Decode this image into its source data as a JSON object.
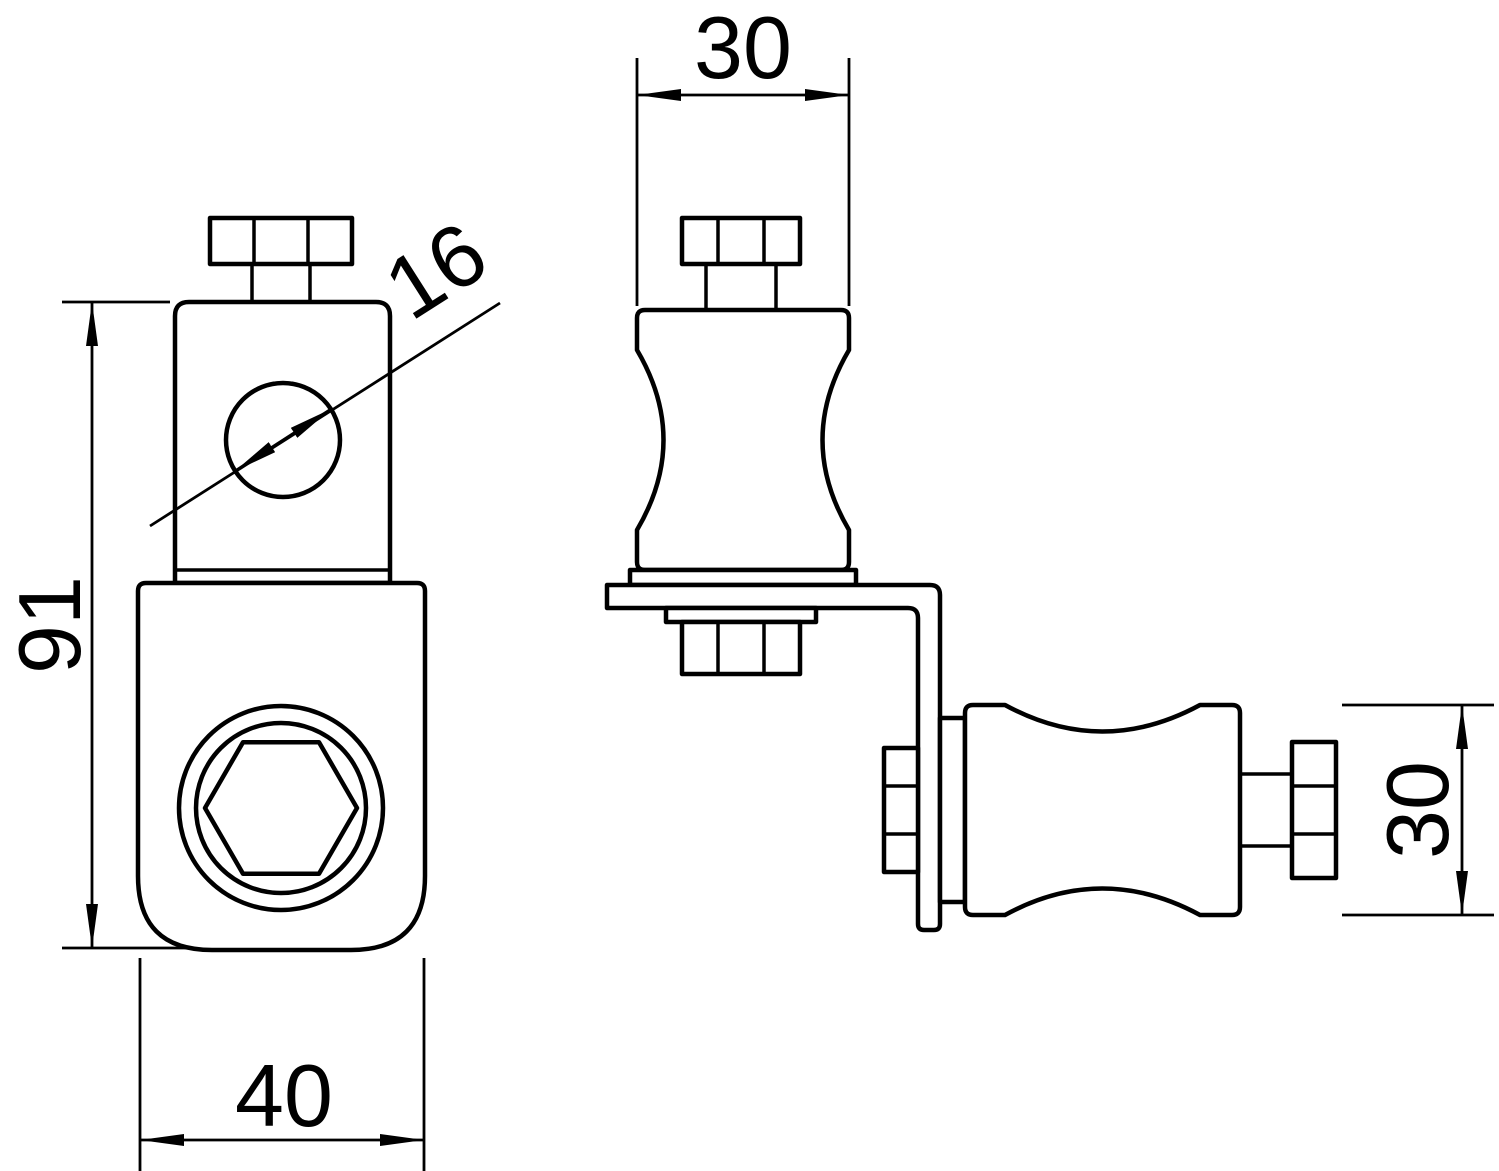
{
  "drawing": {
    "dimensions": {
      "overall_height": "91",
      "bore_diameter": "16",
      "base_width": "40",
      "roller_width": "30",
      "roller_diameter": "30"
    },
    "colors": {
      "line": "#000000",
      "background": "#ffffff"
    }
  }
}
